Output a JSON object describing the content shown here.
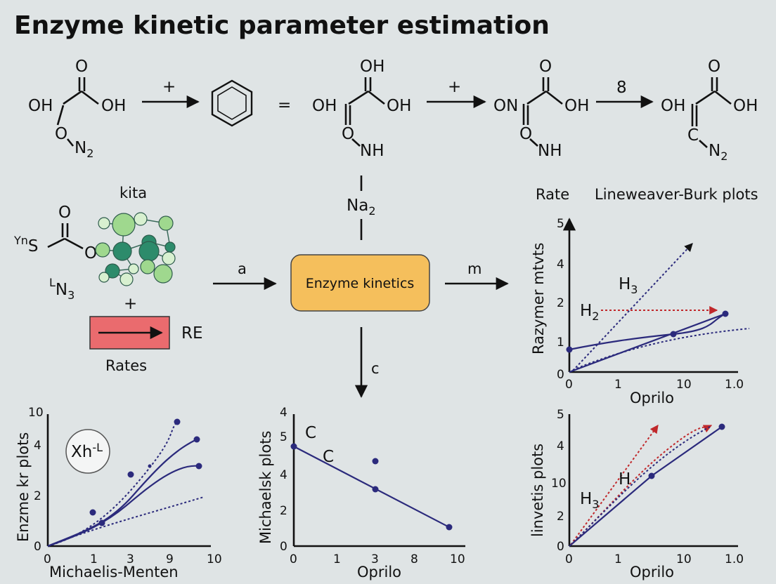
{
  "title": "Enzyme kinetic parameter estimation",
  "reaction": {
    "m1": {
      "o": "O",
      "oh_left": "OH",
      "oh_right": "OH",
      "o_lower": "O",
      "n2": "N",
      "n2_sub": "2"
    },
    "plus1": "+",
    "equals": "=",
    "m2": {
      "oh_top": "OH",
      "oh_left": "OH",
      "oh_right": "OH",
      "o_lower": "O",
      "nh": "NH"
    },
    "plus2": "+",
    "m3": {
      "o_top": "O",
      "on_left": "ON",
      "oh_right": "OH",
      "o_lower": "O",
      "nh": "NH"
    },
    "arrow3_label": "8",
    "m4": {
      "o_top": "O",
      "oh_left": "OH",
      "oh_right": "OH",
      "c": "C",
      "n2": "N",
      "n2_sub": "2"
    }
  },
  "left_block": {
    "kita": "kita",
    "o_top": "O",
    "yns_sup": "Yn",
    "yns_s": "S",
    "o_right": "O",
    "n3_mark": "L",
    "n3": "N",
    "n3_sub": "3",
    "plus": "+",
    "re": "RE",
    "rates": "Rates",
    "colors": {
      "box": "#ea6b6e",
      "node_light": "#9fd88e",
      "node_dark": "#2d8b6b",
      "node_pale": "#d8f0d0"
    }
  },
  "center": {
    "na": "Na",
    "na_sub": "2",
    "arrow_a": "a",
    "box_label": "Enzyme kinetics",
    "arrow_m": "m",
    "arrow_c": "c",
    "box_color": "#f5bf5c"
  },
  "rate_label": "Rate",
  "lb_title": "Lineweaver-Burk plots",
  "charts": {
    "top_right": {
      "ylabel": "Razymer mtvts",
      "xlabel": "Oprilo",
      "yticks": [
        "0",
        "1",
        "2",
        "4",
        "5"
      ],
      "xticks": [
        "0",
        "1",
        "10",
        "1.0"
      ],
      "h3": "H",
      "h3_sub": "3",
      "h2": "H",
      "h2_sub": "2"
    },
    "bottom_left": {
      "ylabel": "Enzme kr plots",
      "xlabel": "Michaelis-Menten",
      "yticks": [
        "0",
        "2",
        "4",
        "10"
      ],
      "xticks": [
        "0",
        "1",
        "3",
        "9",
        "10"
      ],
      "badge": "Xh",
      "badge_sup": "-L"
    },
    "bottom_center": {
      "ylabel": "Michaelsk plots",
      "xlabel": "Oprilo",
      "yticks": [
        "0",
        "2",
        "4",
        "5",
        "4"
      ],
      "xticks": [
        "0",
        "1",
        "3",
        "8",
        "10"
      ],
      "c1": "C",
      "c2": "C"
    },
    "bottom_right": {
      "ylabel": "linvetis plots",
      "xlabel": "Oprilo",
      "yticks": [
        "0",
        "2",
        "10",
        "4",
        "5"
      ],
      "xticks": [
        "0",
        "1",
        "10",
        "1.0"
      ],
      "h1": "H",
      "h3": "H",
      "h3_sub": "3"
    }
  },
  "colors": {
    "background": "#dfe4e5",
    "curve": "#2b2a7c",
    "red": "#c0282b"
  }
}
